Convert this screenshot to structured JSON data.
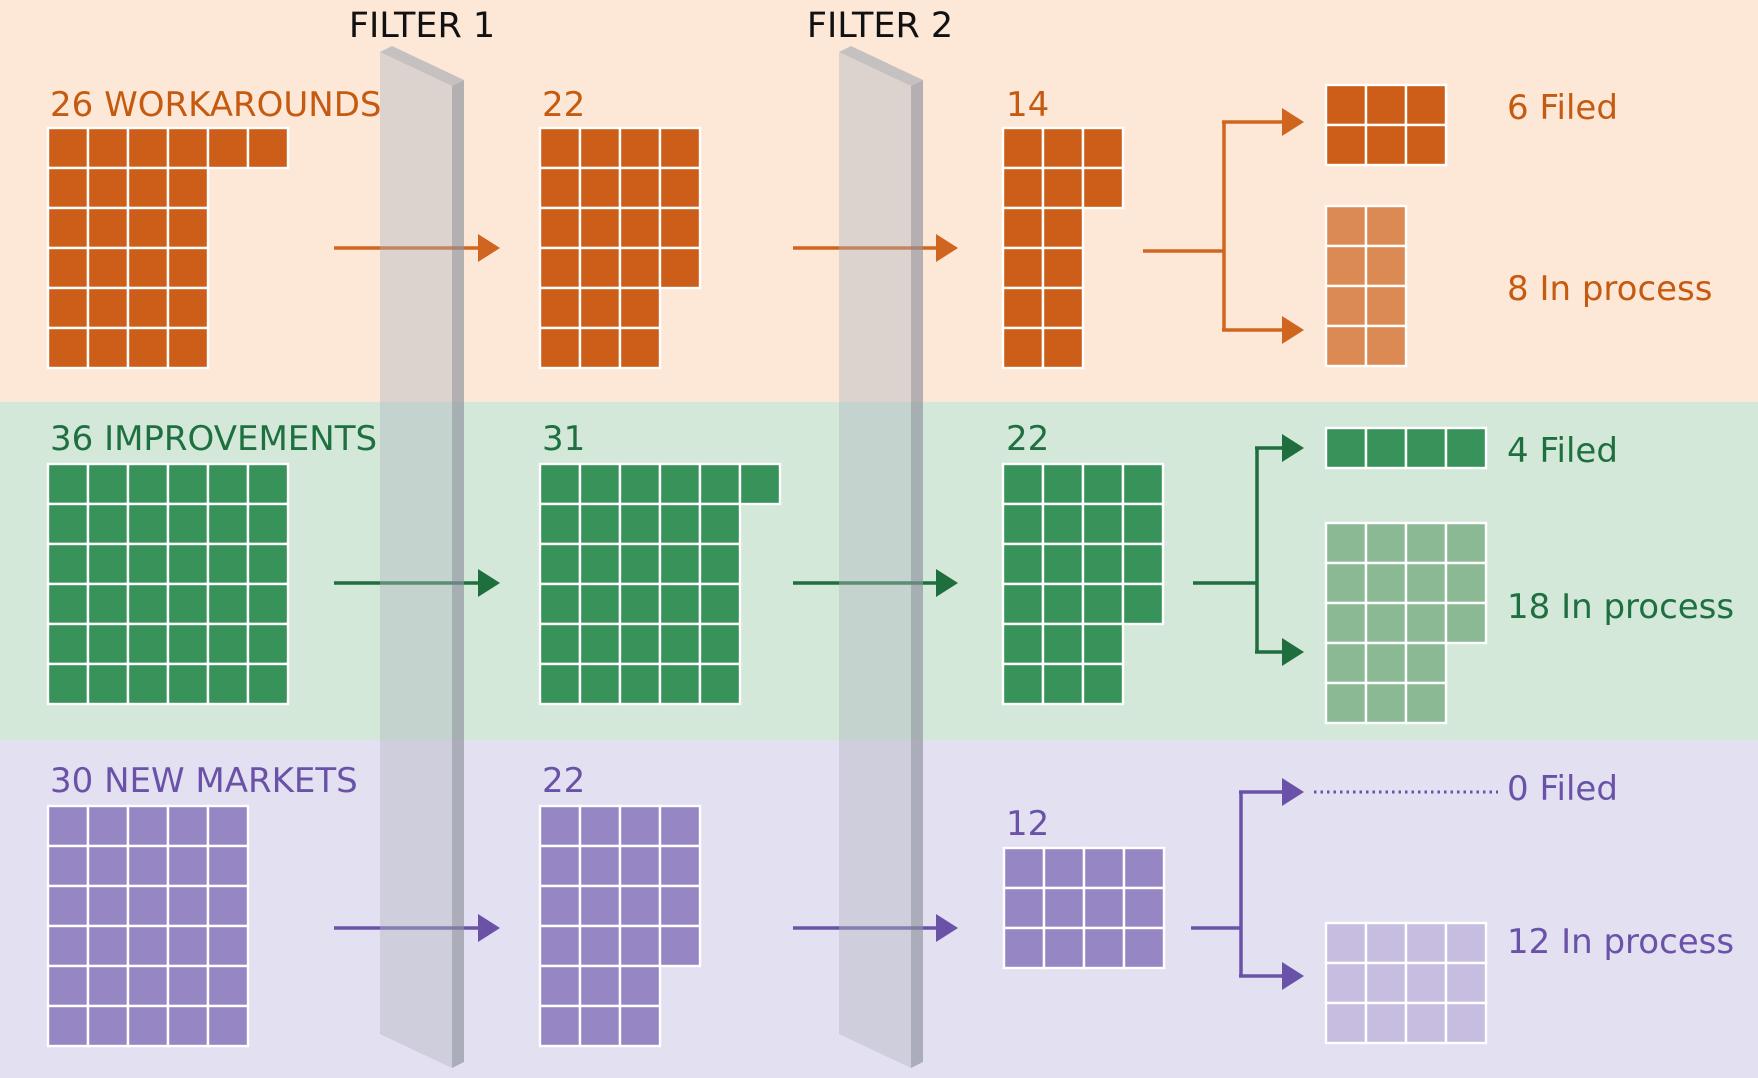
{
  "filters": [
    {
      "label": "FILTER 1"
    },
    {
      "label": "FILTER 2"
    }
  ],
  "rows": [
    {
      "key": "workarounds",
      "label": "26 WORKAROUNDS",
      "stage2_label": "22",
      "stage3_label": "14",
      "filed_label": "6 Filed",
      "inprocess_label": "8 In process",
      "counts": {
        "initial": 26,
        "after_filter_1": 22,
        "after_filter_2": 14,
        "filed": 6,
        "in_process": 8
      },
      "colors": {
        "band": "#fde8d8",
        "square": "#cd5e1a",
        "square_light": "#db8a54",
        "text": "#c55a11",
        "line": "#d0651f"
      }
    },
    {
      "key": "improvements",
      "label": "36 IMPROVEMENTS",
      "stage2_label": "31",
      "stage3_label": "22",
      "filed_label": "4 Filed",
      "inprocess_label": "18 In process",
      "counts": {
        "initial": 36,
        "after_filter_1": 31,
        "after_filter_2": 22,
        "filed": 4,
        "in_process": 18
      },
      "colors": {
        "band": "#d3e8d8",
        "square": "#37935a",
        "square_light": "#8ab994",
        "text": "#1e7040",
        "line": "#1e6e3e"
      }
    },
    {
      "key": "new_markets",
      "label": "30 NEW MARKETS",
      "stage2_label": "22",
      "stage3_label": "12",
      "filed_label": "0 Filed",
      "inprocess_label": "12 In process",
      "counts": {
        "initial": 30,
        "after_filter_1": 22,
        "after_filter_2": 12,
        "filed": 0,
        "in_process": 12
      },
      "colors": {
        "band": "#e3e0f1",
        "square": "#9686c4",
        "square_light": "#c6bde0",
        "text": "#6a52a8",
        "line": "#6a52a8"
      }
    }
  ]
}
